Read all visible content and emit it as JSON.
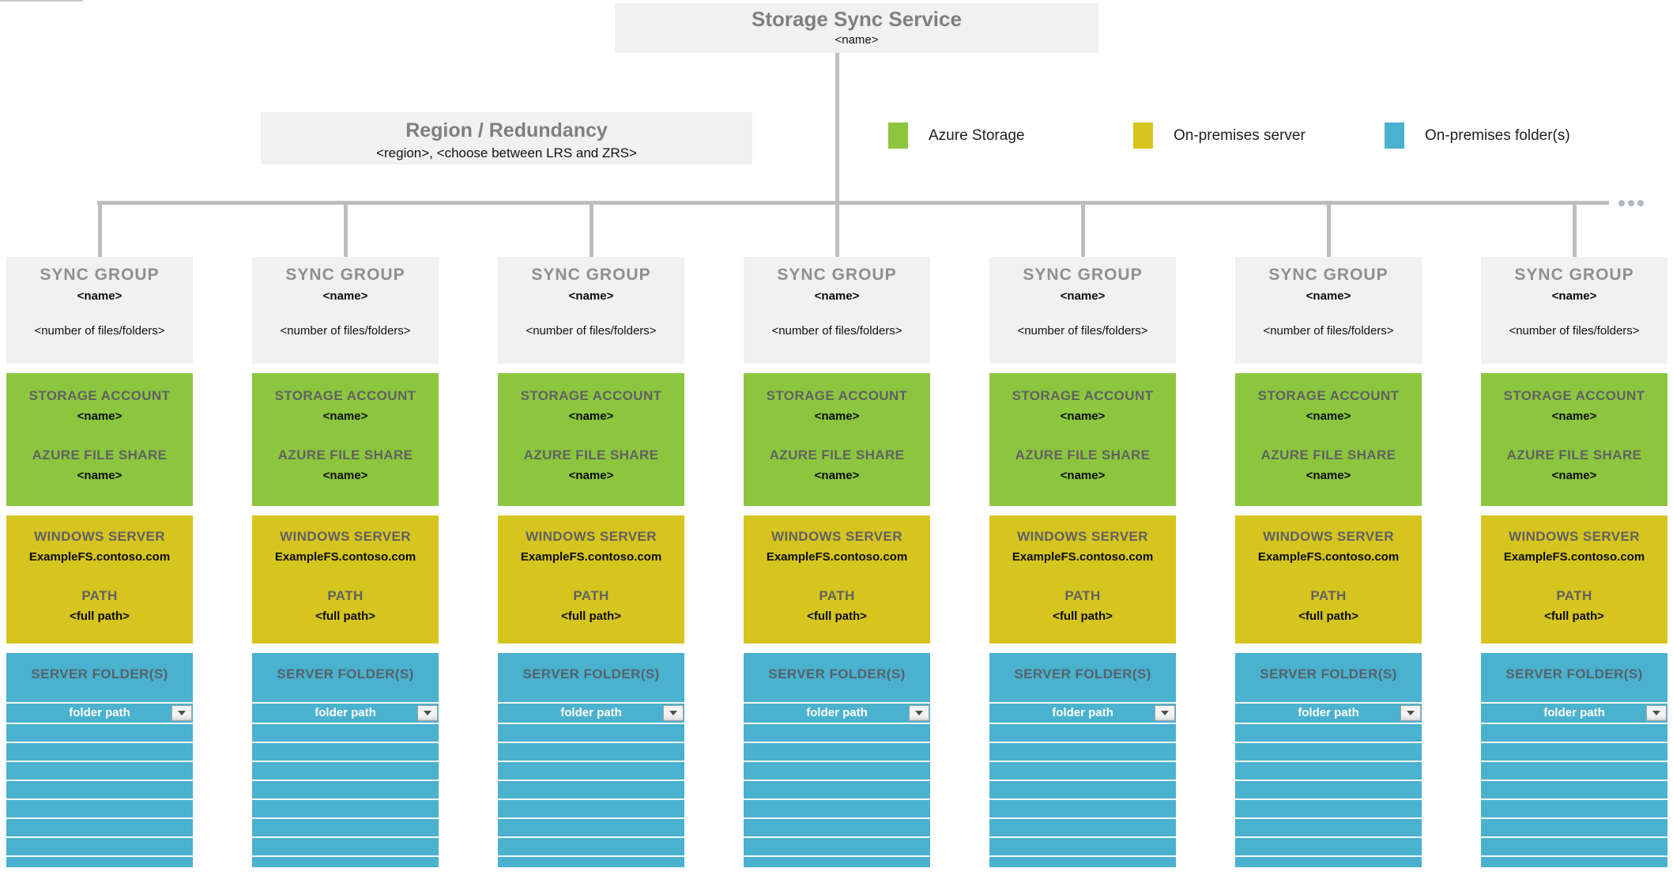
{
  "root": {
    "title": "Storage Sync Service",
    "name": "<name>"
  },
  "region": {
    "title": "Region / Redundancy",
    "subtitle": "<region>, <choose between LRS and ZRS>"
  },
  "legend": {
    "items": [
      {
        "label": "Azure Storage",
        "color": "#8cc63f"
      },
      {
        "label": "On-premises server",
        "color": "#d6c41f"
      },
      {
        "label": "On-premises folder(s)",
        "color": "#4ab1ce"
      }
    ]
  },
  "columns": [
    {
      "sync_group": {
        "label": "SYNC GROUP",
        "name": "<name>",
        "files_folders": "<number of files/folders>"
      },
      "azure_storage": {
        "storage_account_label": "STORAGE ACCOUNT",
        "storage_account_name": "<name>",
        "file_share_label": "AZURE FILE SHARE",
        "file_share_name": "<name>"
      },
      "windows_server": {
        "server_label": "WINDOWS SERVER",
        "server_name": "ExampleFS.contoso.com",
        "path_label": "PATH",
        "path_value": "<full path>"
      },
      "server_folders": {
        "label": "SERVER FOLDER(S)",
        "folder_value": "folder path",
        "empty_rows": 8
      }
    },
    {
      "sync_group": {
        "label": "SYNC GROUP",
        "name": "<name>",
        "files_folders": "<number of files/folders>"
      },
      "azure_storage": {
        "storage_account_label": "STORAGE ACCOUNT",
        "storage_account_name": "<name>",
        "file_share_label": "AZURE FILE SHARE",
        "file_share_name": "<name>"
      },
      "windows_server": {
        "server_label": "WINDOWS SERVER",
        "server_name": "ExampleFS.contoso.com",
        "path_label": "PATH",
        "path_value": "<full path>"
      },
      "server_folders": {
        "label": "SERVER FOLDER(S)",
        "folder_value": "folder path",
        "empty_rows": 8
      }
    },
    {
      "sync_group": {
        "label": "SYNC GROUP",
        "name": "<name>",
        "files_folders": "<number of files/folders>"
      },
      "azure_storage": {
        "storage_account_label": "STORAGE ACCOUNT",
        "storage_account_name": "<name>",
        "file_share_label": "AZURE FILE SHARE",
        "file_share_name": "<name>"
      },
      "windows_server": {
        "server_label": "WINDOWS SERVER",
        "server_name": "ExampleFS.contoso.com",
        "path_label": "PATH",
        "path_value": "<full path>"
      },
      "server_folders": {
        "label": "SERVER FOLDER(S)",
        "folder_value": "folder path",
        "empty_rows": 8
      }
    },
    {
      "sync_group": {
        "label": "SYNC GROUP",
        "name": "<name>",
        "files_folders": "<number of files/folders>"
      },
      "azure_storage": {
        "storage_account_label": "STORAGE ACCOUNT",
        "storage_account_name": "<name>",
        "file_share_label": "AZURE FILE SHARE",
        "file_share_name": "<name>"
      },
      "windows_server": {
        "server_label": "WINDOWS SERVER",
        "server_name": "ExampleFS.contoso.com",
        "path_label": "PATH",
        "path_value": "<full path>"
      },
      "server_folders": {
        "label": "SERVER FOLDER(S)",
        "folder_value": "folder path",
        "empty_rows": 8
      }
    },
    {
      "sync_group": {
        "label": "SYNC GROUP",
        "name": "<name>",
        "files_folders": "<number of files/folders>"
      },
      "azure_storage": {
        "storage_account_label": "STORAGE ACCOUNT",
        "storage_account_name": "<name>",
        "file_share_label": "AZURE FILE SHARE",
        "file_share_name": "<name>"
      },
      "windows_server": {
        "server_label": "WINDOWS SERVER",
        "server_name": "ExampleFS.contoso.com",
        "path_label": "PATH",
        "path_value": "<full path>"
      },
      "server_folders": {
        "label": "SERVER FOLDER(S)",
        "folder_value": "folder path",
        "empty_rows": 8
      }
    },
    {
      "sync_group": {
        "label": "SYNC GROUP",
        "name": "<name>",
        "files_folders": "<number of files/folders>"
      },
      "azure_storage": {
        "storage_account_label": "STORAGE ACCOUNT",
        "storage_account_name": "<name>",
        "file_share_label": "AZURE FILE SHARE",
        "file_share_name": "<name>"
      },
      "windows_server": {
        "server_label": "WINDOWS SERVER",
        "server_name": "ExampleFS.contoso.com",
        "path_label": "PATH",
        "path_value": "<full path>"
      },
      "server_folders": {
        "label": "SERVER FOLDER(S)",
        "folder_value": "folder path",
        "empty_rows": 8
      }
    },
    {
      "sync_group": {
        "label": "SYNC GROUP",
        "name": "<name>",
        "files_folders": "<number of files/folders>"
      },
      "azure_storage": {
        "storage_account_label": "STORAGE ACCOUNT",
        "storage_account_name": "<name>",
        "file_share_label": "AZURE FILE SHARE",
        "file_share_name": "<name>"
      },
      "windows_server": {
        "server_label": "WINDOWS SERVER",
        "server_name": "ExampleFS.contoso.com",
        "path_label": "PATH",
        "path_value": "<full path>"
      },
      "server_folders": {
        "label": "SERVER FOLDER(S)",
        "folder_value": "folder path",
        "empty_rows": 8
      }
    }
  ],
  "colors": {
    "azure_storage_green": "#8cc63f",
    "on_premises_server_yellow": "#d6c41f",
    "on_premises_folder_teal": "#4ab1ce",
    "neutral_box_gray": "#f1f1f1",
    "connector_line_gray": "#bdbdbd",
    "heading_text_gray": "#7f7f7f"
  }
}
